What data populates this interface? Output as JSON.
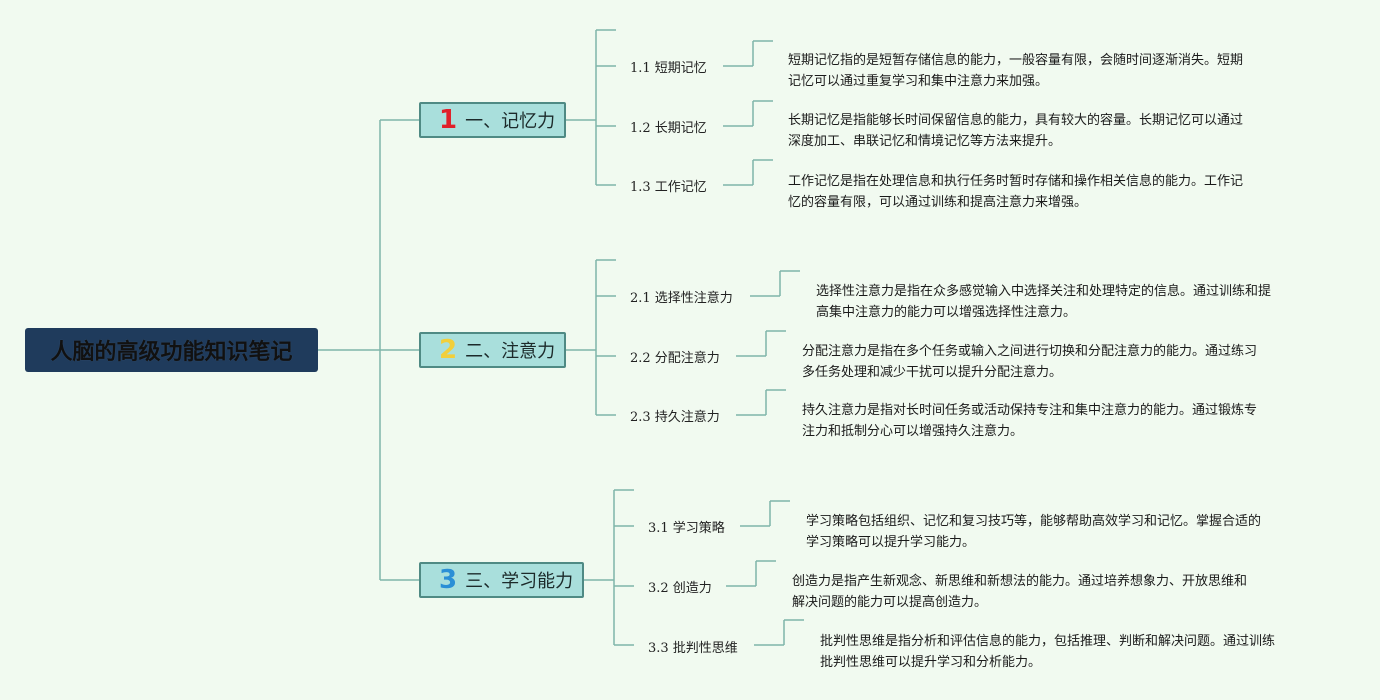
{
  "root": {
    "title": "人脑的高级功能知识笔记"
  },
  "colors": {
    "line": "#7fb5a9",
    "branch_fill": "#a9dfdc",
    "branch_border": "#4f8a84",
    "root_fill": "#1f3b5c",
    "num1": "#e0202a",
    "num2": "#f2cf3a",
    "num3": "#2a8fd6"
  },
  "branches": [
    {
      "num": "1",
      "label": "一、记忆力",
      "subs": [
        {
          "label": "1.1 短期记忆",
          "desc": [
            "短期记忆指的是短暂存储信息的能力，一般容量有限，会随时间逐渐消失。短期",
            "记忆可以通过重复学习和集中注意力来加强。"
          ]
        },
        {
          "label": "1.2 长期记忆",
          "desc": [
            "长期记忆是指能够长时间保留信息的能力，具有较大的容量。长期记忆可以通过",
            "深度加工、串联记忆和情境记忆等方法来提升。"
          ]
        },
        {
          "label": "1.3 工作记忆",
          "desc": [
            "工作记忆是指在处理信息和执行任务时暂时存储和操作相关信息的能力。工作记",
            "忆的容量有限，可以通过训练和提高注意力来增强。"
          ]
        }
      ]
    },
    {
      "num": "2",
      "label": "二、注意力",
      "subs": [
        {
          "label": "2.1 选择性注意力",
          "desc": [
            "选择性注意力是指在众多感觉输入中选择关注和处理特定的信息。通过训练和提",
            "高集中注意力的能力可以增强选择性注意力。"
          ]
        },
        {
          "label": "2.2 分配注意力",
          "desc": [
            "分配注意力是指在多个任务或输入之间进行切换和分配注意力的能力。通过练习",
            "多任务处理和减少干扰可以提升分配注意力。"
          ]
        },
        {
          "label": "2.3 持久注意力",
          "desc": [
            "持久注意力是指对长时间任务或活动保持专注和集中注意力的能力。通过锻炼专",
            "注力和抵制分心可以增强持久注意力。"
          ]
        }
      ]
    },
    {
      "num": "3",
      "label": "三、学习能力",
      "subs": [
        {
          "label": "3.1 学习策略",
          "desc": [
            "学习策略包括组织、记忆和复习技巧等，能够帮助高效学习和记忆。掌握合适的",
            "学习策略可以提升学习能力。"
          ]
        },
        {
          "label": "3.2 创造力",
          "desc": [
            "创造力是指产生新观念、新思维和新想法的能力。通过培养想象力、开放思维和",
            "解决问题的能力可以提高创造力。"
          ]
        },
        {
          "label": "3.3 批判性思维",
          "desc": [
            "批判性思维是指分析和评估信息的能力，包括推理、判断和解决问题。通过训练",
            "批判性思维可以提升学习和分析能力。"
          ]
        }
      ]
    }
  ]
}
